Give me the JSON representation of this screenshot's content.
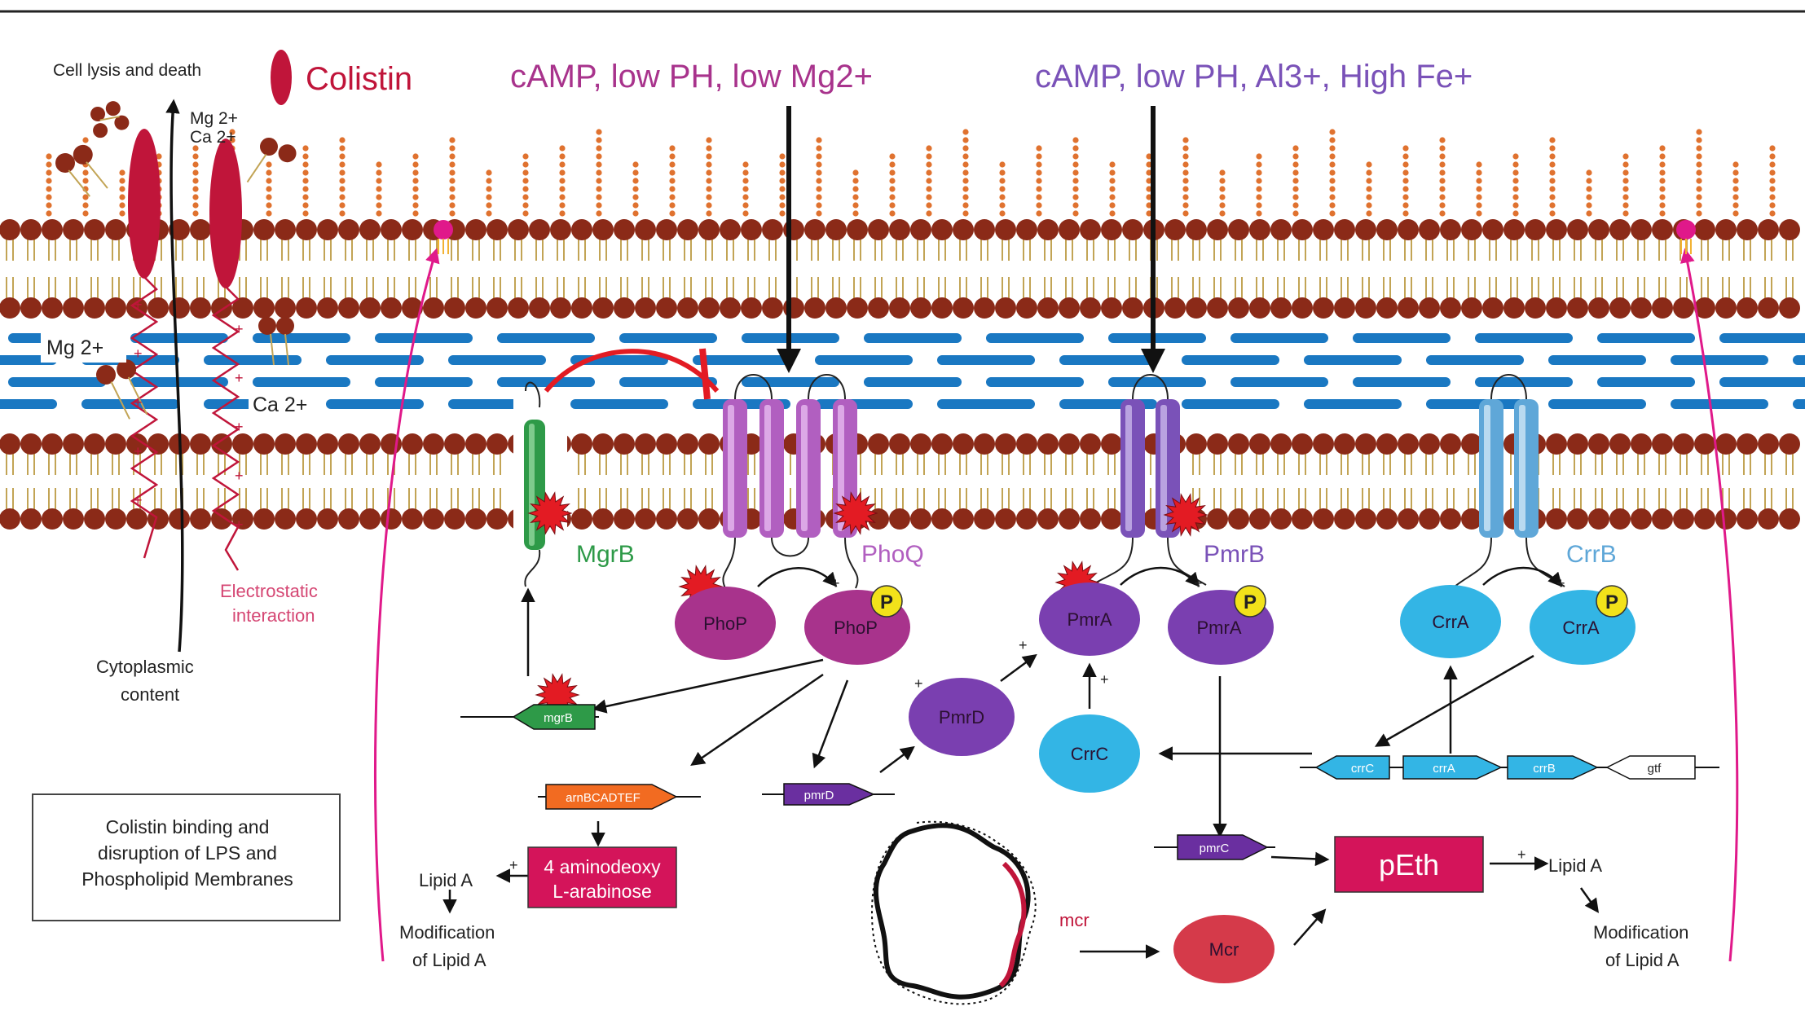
{
  "labels": {
    "cell_lysis": "Cell lysis and death",
    "colistin": "Colistin",
    "signal_phoq": "cAMP, low PH, low Mg2+",
    "signal_pmrb": "cAMP, low PH, Al3+, High Fe+",
    "mg_ca_top_1": "Mg 2+",
    "mg_ca_top_2": "Ca 2+",
    "mg_left": "Mg 2+",
    "ca_mid": "Ca 2+",
    "electrostatic_1": "Electrostatic",
    "electrostatic_2": "interaction",
    "cytoplasmic_1": "Cytoplasmic",
    "cytoplasmic_2": "content",
    "box_line1": "Colistin binding and",
    "box_line2": "disruption of LPS and",
    "box_line3": "Phospholipid Membranes",
    "lipid_a_left": "Lipid A",
    "modification_left_1": "Modification",
    "modification_left_2": "of Lipid A",
    "lipid_a_right": "Lipid A",
    "modification_right_1": "Modification",
    "modification_right_2": "of Lipid A",
    "plus": "+",
    "p": "P"
  },
  "proteins": {
    "mgrb": "MgrB",
    "phoq": "PhoQ",
    "pmrb": "PmrB",
    "crrb": "CrrB",
    "phop": "PhoP",
    "phop_p": "PhoP",
    "pmra": "PmrA",
    "pmra_p": "PmrA",
    "crra": "CrrA",
    "crra_p": "CrrA",
    "pmrd": "PmrD",
    "crrc": "CrrC",
    "mcr_protein": "Mcr"
  },
  "genes": {
    "mgrb": "mgrB",
    "arn": "arnBCADTEF",
    "pmrd": "pmrD",
    "pmrc": "pmrC",
    "crrc": "crrC",
    "crra": "crrA",
    "crrb": "crrB",
    "gtf": "gtf",
    "mcr_plasmid": "mcr"
  },
  "products": {
    "ara4n_1": "4 aminodeoxy",
    "ara4n_2": "L-arabinose",
    "peth": "pEth"
  },
  "colors": {
    "colistin": "#c0153a",
    "phoq": "#b15fc0",
    "pmrb": "#7a52b8",
    "crrb": "#5fa7d8",
    "mgrb": "#2e9a48",
    "phop": "#a8338c",
    "pmra": "#7a3fb0",
    "crra": "#33b5e5",
    "lipid_head": "#8b2a18",
    "lps_dot": "#e0722f",
    "peptidoglycan": "#1a78c2",
    "red_burst": "#e31b23",
    "magenta_arrow": "#e0198a",
    "peth_box": "#d4145a",
    "mcr": "#d53a4a"
  }
}
